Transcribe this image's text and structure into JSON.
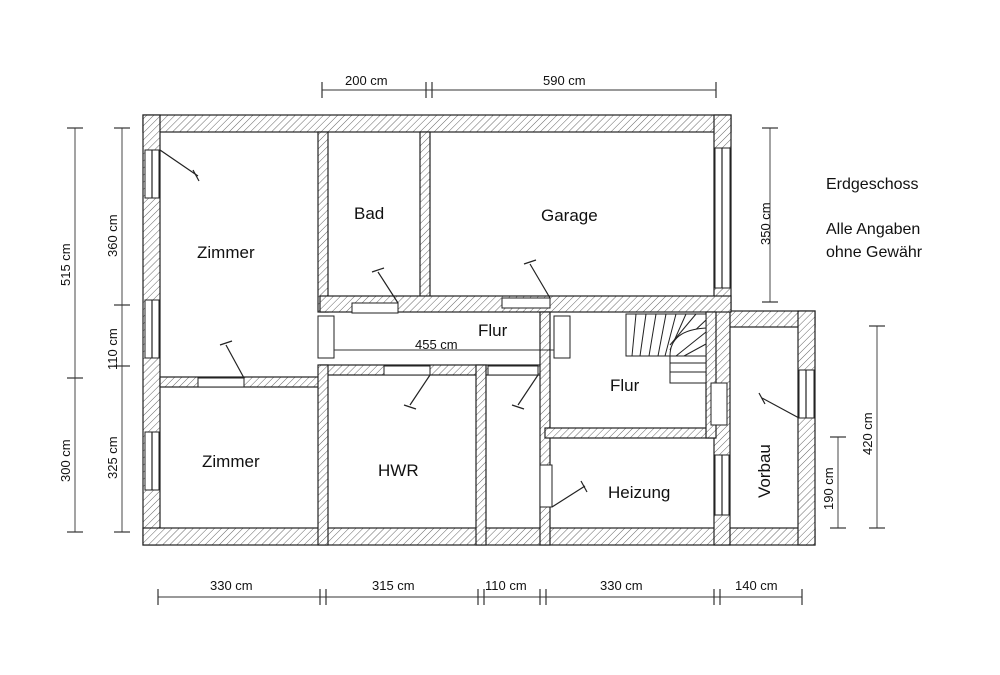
{
  "title": "Erdgeschoss",
  "disclaimer": [
    "Alle Angaben",
    "ohne Gewähr"
  ],
  "rooms": {
    "zimmer_top": "Zimmer",
    "bad": "Bad",
    "garage": "Garage",
    "flur_center": "Flur",
    "flur_right": "Flur",
    "zimmer_bottom": "Zimmer",
    "hwr": "HWR",
    "heizung": "Heizung",
    "vorbau": "Vorbau"
  },
  "dimensions": {
    "top_bad": "200 cm",
    "top_garage": "590 cm",
    "flur_length": "455 cm",
    "left_outer_top": "515 cm",
    "left_outer_bottom": "300 cm",
    "left_inner_top": "360 cm",
    "left_inner_mid": "110 cm",
    "left_inner_bottom": "325 cm",
    "right_garage": "350 cm",
    "right_vorbau_outer": "420 cm",
    "right_vorbau_inner": "190 cm",
    "bottom_zimmer": "330 cm",
    "bottom_hwr": "315 cm",
    "bottom_passage": "110 cm",
    "bottom_heizung": "330 cm",
    "bottom_vorbau": "140 cm"
  }
}
